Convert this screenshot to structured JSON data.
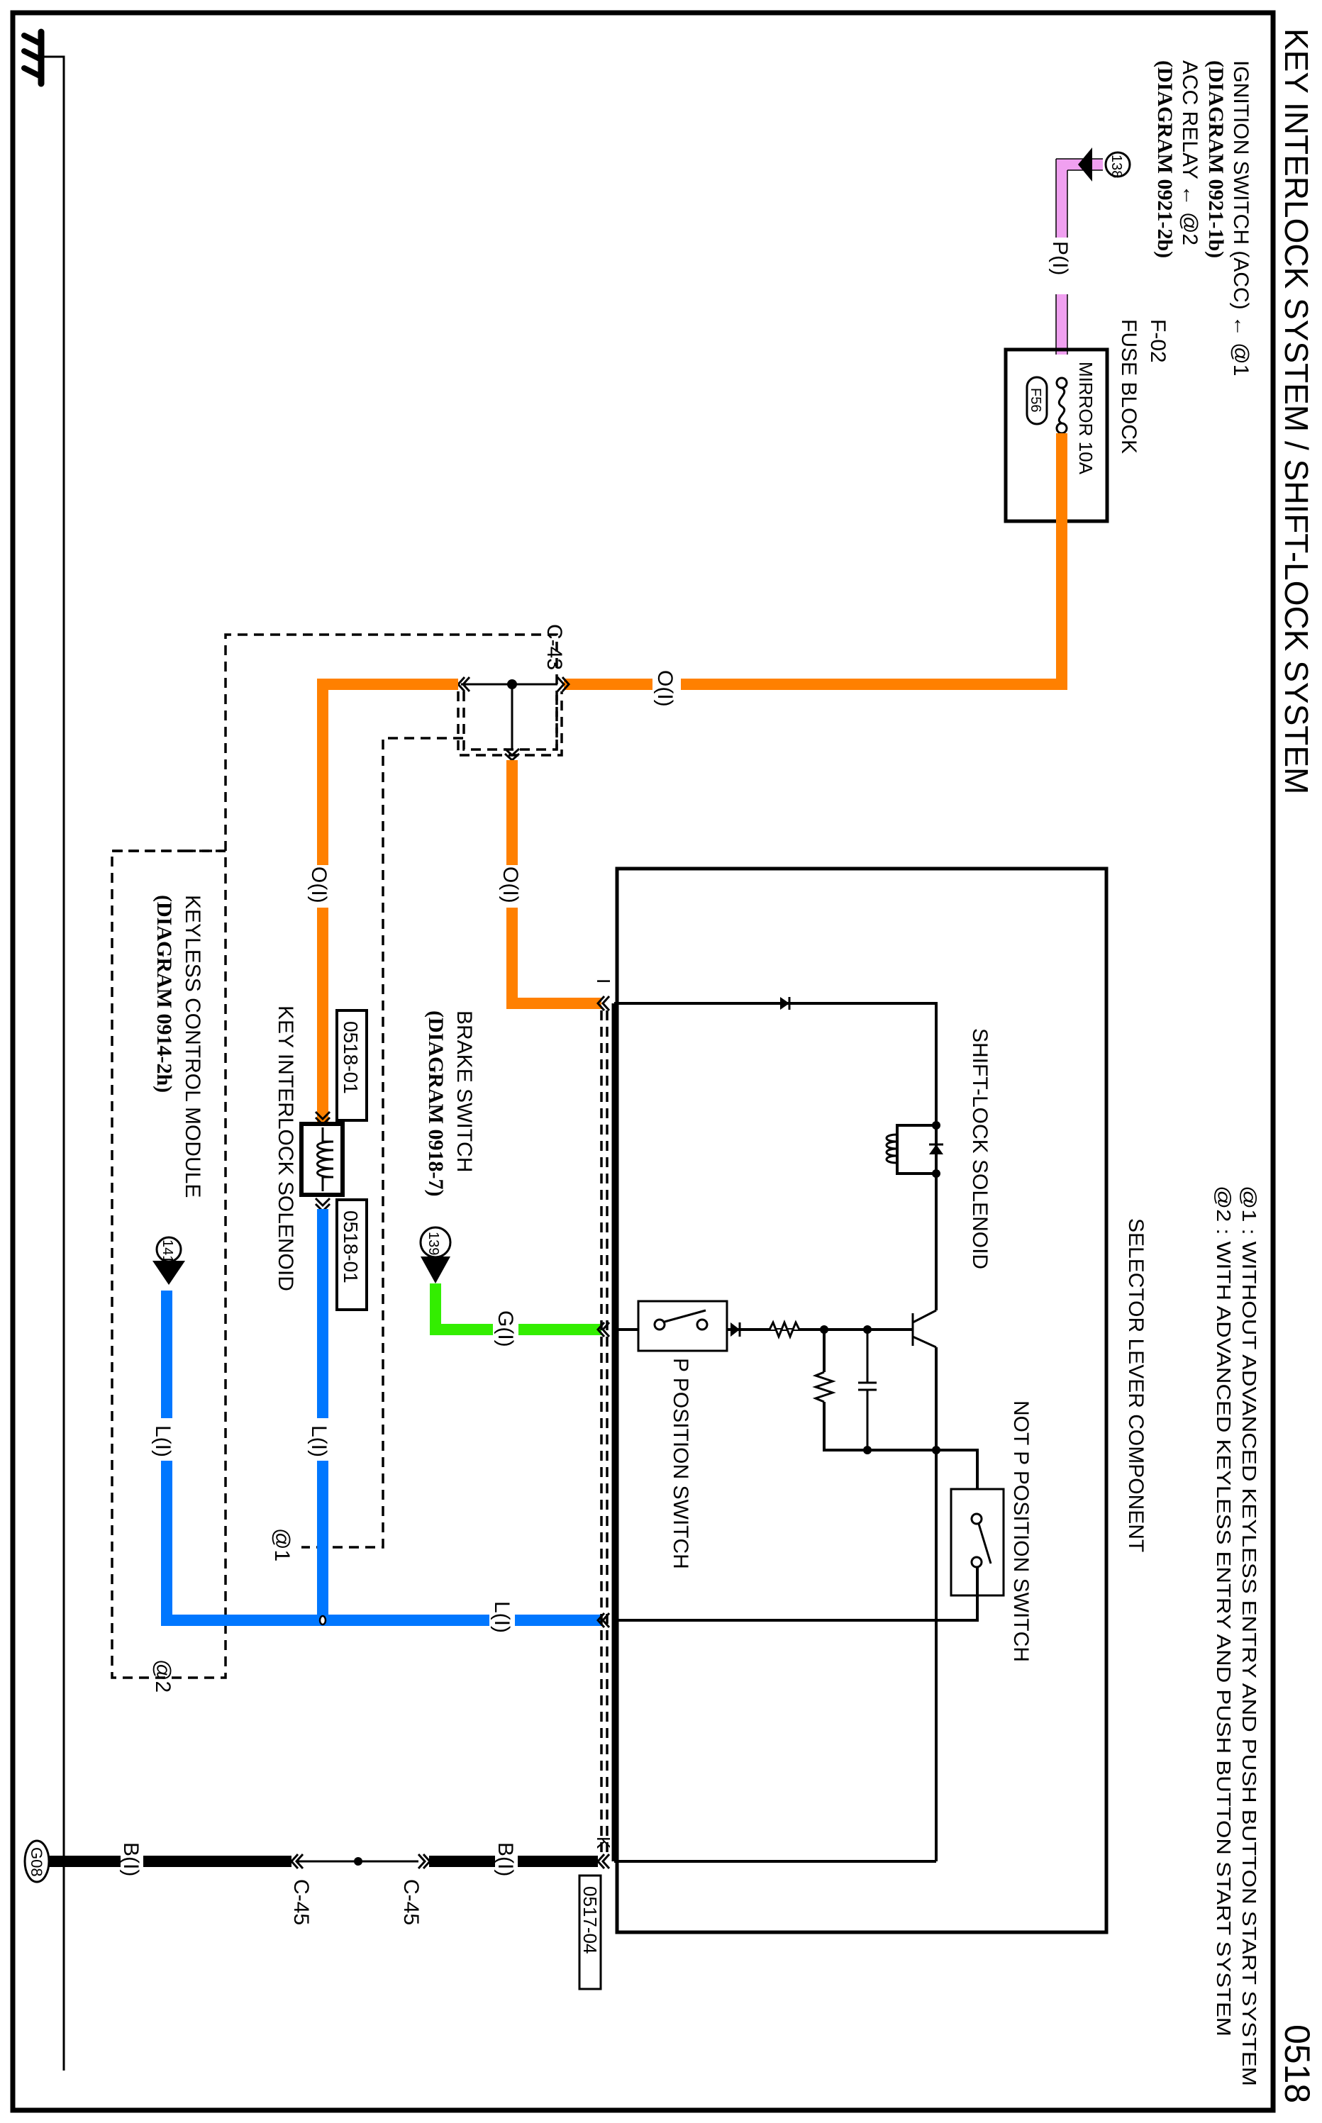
{
  "page": {
    "title": "KEY INTERLOCK SYSTEM / SHIFT-LOCK SYSTEM",
    "page_number": "0518"
  },
  "notes": {
    "note1": "@1 : WITHOUT ADVANCED KEYLESS ENTRY AND PUSH BUTTON START SYSTEM",
    "note2": "@2 : WITH ADVANCED KEYLESS ENTRY AND PUSH BUTTON START SYSTEM"
  },
  "colors": {
    "pink": "#F0A0F0",
    "orange": "#FF8000",
    "green": "#33EE00",
    "blue": "#0077FF",
    "black": "#000000"
  },
  "sources": {
    "ignition_line1": "IGNITION SWITCH (ACC) ← @1",
    "ignition_line2": "(DIAGRAM 0921-1b)",
    "acc_line1": "ACC RELAY ← @2",
    "acc_line2": "(DIAGRAM 0921-2b)",
    "ref_138": "138",
    "brake_line1": "BRAKE SWITCH",
    "brake_line2": "(DIAGRAM 0918-7)",
    "ref_139": "139",
    "keyless_line1": "KEYLESS CONTROL MODULE",
    "keyless_line2": "(DIAGRAM 0914-2h)",
    "ref_141": "141"
  },
  "fuse_block": {
    "id": "F-02",
    "name": "FUSE BLOCK",
    "fuse_label": "MIRROR 10A",
    "fuse_id": "F56"
  },
  "wires": {
    "pink": "P(I)",
    "orange_top": "O(I)",
    "orange_left": "O(I)",
    "orange_mid": "O(I)",
    "green": "G(I)",
    "blue_solenoid": "L(I)",
    "blue_keyless": "L(I)",
    "blue_main": "L(I)",
    "black_right": "B(I)",
    "black_left": "B(I)"
  },
  "connectors": {
    "c43": "C-43",
    "c45_a": "C-45",
    "c45_b": "C-45",
    "pin_i": "I",
    "pin_k": "K",
    "ref_0517_04": "0517-04",
    "ref_0518_01_a": "0518-01",
    "ref_0518_01_b": "0518-01",
    "ground": "G08"
  },
  "options": {
    "at1": "@1",
    "at2": "@2"
  },
  "components": {
    "selector_lever": "SELECTOR LEVER COMPONENT",
    "shift_lock_solenoid": "SHIFT-LOCK SOLENOID",
    "p_position_switch": "P POSITION SWITCH",
    "not_p_position_switch": "NOT P POSITION SWITCH",
    "key_interlock_solenoid": "KEY INTERLOCK SOLENOID"
  }
}
